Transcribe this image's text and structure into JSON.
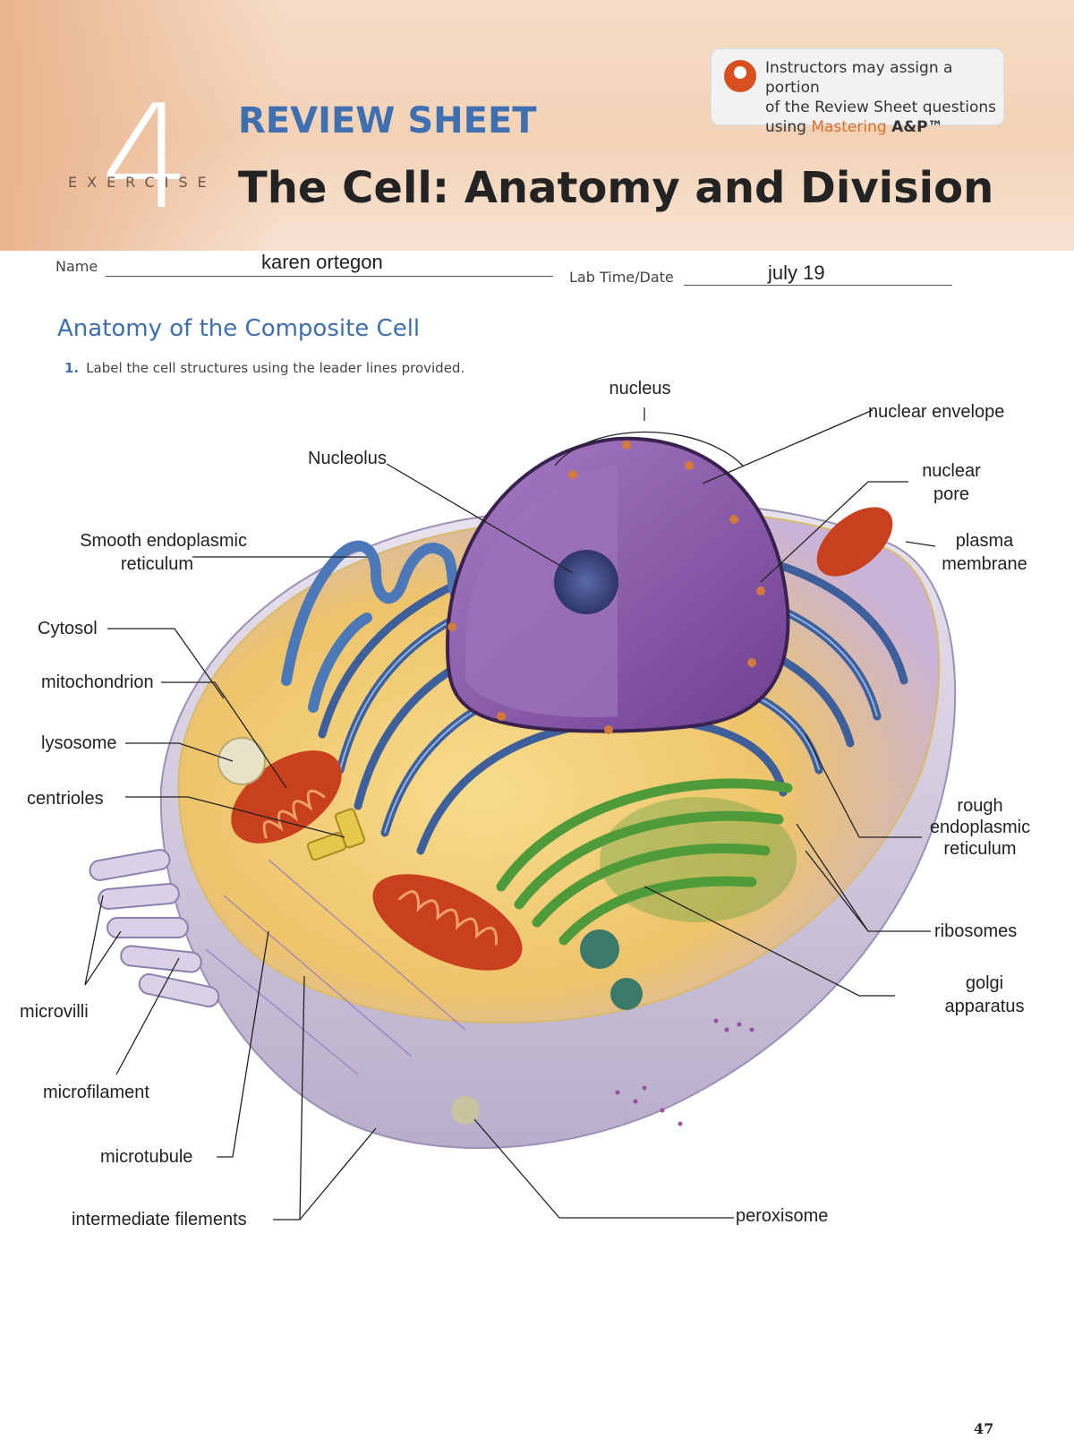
{
  "header": {
    "exercise_number": "4",
    "exercise_word": "EXERCISE",
    "review_sheet": "REVIEW SHEET",
    "title": "The Cell: Anatomy and Division",
    "instructors_note": {
      "line1": "Instructors may assign a portion",
      "line2": "of the Review Sheet questions",
      "line3_prefix": "using",
      "mastering": "Mastering",
      "ap": "A&P™"
    }
  },
  "form": {
    "name_label": "Name",
    "name_value": "karen ortegon",
    "lab_label": "Lab Time/Date",
    "lab_value": "july 19"
  },
  "section": {
    "title": "Anatomy of the Composite Cell",
    "question_number": "1.",
    "question_text": "Label the cell structures using the leader lines provided."
  },
  "labels": {
    "nucleus": "nucleus",
    "nuclear_envelope": "nuclear envelope",
    "nuclear_pore_1": "nuclear",
    "nuclear_pore_2": "pore",
    "nucleolus": "Nucleolus",
    "smooth_er_1": "Smooth endoplasmic",
    "smooth_er_2": "reticulum",
    "plasma_membrane_1": "plasma",
    "plasma_membrane_2": "membrane",
    "cytosol": "Cytosol",
    "mitochondrion": "mitochondrion",
    "lysosome": "lysosome",
    "centrioles": "centrioles",
    "rough_er_1": "rough",
    "rough_er_2": "endoplasmic",
    "rough_er_3": "reticulum",
    "ribosomes": "ribosomes",
    "golgi_1": "golgi",
    "golgi_2": "apparatus",
    "microvilli": "microvilli",
    "microfilament": "microfilament",
    "microtubule": "microtubule",
    "intermediate_filaments": "intermediate filements",
    "peroxisome": "peroxisome"
  },
  "colors": {
    "title_blue": "#3e6fb0",
    "mastering_orange": "#d9702c",
    "header_peach": "#f3d2b6",
    "nucleus_purple": "#8a5aa8",
    "er_blue": "#3d5f9c",
    "golgi_green": "#4f9a3a",
    "mito_red": "#c9401e",
    "cytosol_yellow": "#f2d27a"
  },
  "page_number": "47"
}
